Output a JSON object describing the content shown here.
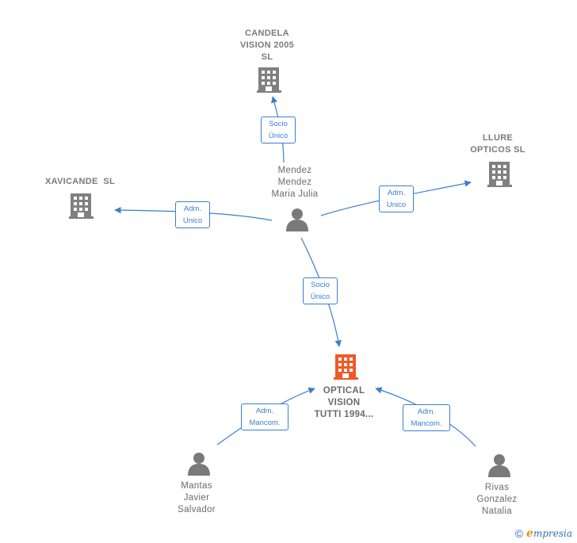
{
  "nodes": {
    "candela": {
      "lines": [
        "CANDELA",
        "VISION 2005",
        "SL"
      ],
      "type": "company"
    },
    "llure": {
      "lines": [
        "LLURE",
        "OPTICOS SL"
      ],
      "type": "company"
    },
    "xavicande": {
      "lines": [
        "XAVICANDE  SL"
      ],
      "type": "company"
    },
    "mendez": {
      "lines": [
        "Mendez",
        "Mendez",
        "Maria Julia"
      ],
      "type": "person"
    },
    "optical": {
      "lines": [
        "OPTICAL",
        "VISION",
        "TUTTI 1994..."
      ],
      "type": "main-company"
    },
    "mantas": {
      "lines": [
        "Mantas",
        "Javier",
        "Salvador"
      ],
      "type": "person"
    },
    "rivas": {
      "lines": [
        "Rivas",
        "Gonzalez",
        "Natalia"
      ],
      "type": "person"
    }
  },
  "edges": {
    "mendez_candela": {
      "lines": [
        "Socio",
        "Único"
      ]
    },
    "mendez_llure": {
      "lines": [
        "Adm.",
        "Unico"
      ]
    },
    "mendez_xavicande": {
      "lines": [
        "Adm.",
        "Unico"
      ]
    },
    "mendez_optical": {
      "lines": [
        "Socio",
        "Único"
      ]
    },
    "mantas_optical": {
      "lines": [
        "Adm.",
        "Mancom."
      ]
    },
    "rivas_optical": {
      "lines": [
        "Adm.",
        "Mancom."
      ]
    }
  },
  "colors": {
    "edge": "#3a7fd0",
    "company_icon": "#808080",
    "main_company_icon": "#f05a28",
    "person_icon": "#7a7a7a"
  },
  "footer": {
    "copyright": "©",
    "brand_initial": "e",
    "brand_rest": "mpresia"
  }
}
